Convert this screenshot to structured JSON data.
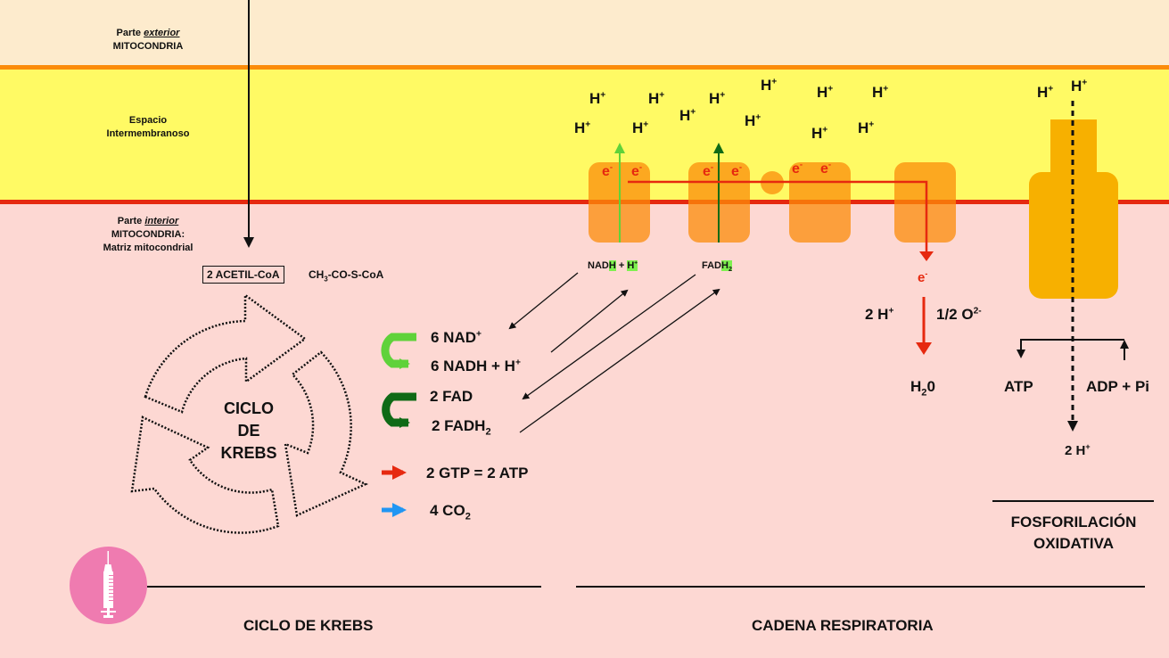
{
  "regions": {
    "outer": {
      "line1_prefix": "Parte ",
      "line1_em": "exterior",
      "line2": "MITOCONDRIA"
    },
    "intermembrane": {
      "line1": "Espacio",
      "line2": "Intermembranoso"
    },
    "inner": {
      "line1_prefix": "Parte ",
      "line1_em": "interior",
      "line2": "MITOCONDRIA:",
      "line3": "Matriz mitocondrial"
    }
  },
  "colors": {
    "outer_bg": "#fdebcd",
    "outer_membrane": "#fb8c0a",
    "intermembrane_bg": "#fffa64",
    "inner_membrane": "#e6290f",
    "matrix_bg": "#fdd8d3",
    "complex": "#fb8c0a",
    "atp_synthase": "#f7b000",
    "electron": "#e6290f",
    "nadh_arrow": "#5fd23a",
    "fadh_arrow": "#0f6a16",
    "gtp_arrow": "#e6290f",
    "co2_arrow": "#2196f3",
    "logo": "#ef7bb0"
  },
  "krebs": {
    "acetyl_box": "2 ACETIL-CoA",
    "acetyl_formula": {
      "a": "CH",
      "sub": "3",
      "b": "-CO-S-CoA"
    },
    "cycle_label": [
      "CICLO",
      "DE",
      "KREBS"
    ],
    "products": {
      "nad": {
        "text": "6 NAD",
        "sup": "+"
      },
      "nadh": {
        "text": "6 NADH + H",
        "sup": "+"
      },
      "fad": {
        "text": "2 FAD"
      },
      "fadh2": {
        "text": "2 FADH",
        "sub": "2"
      },
      "gtp": {
        "text": "2 GTP = 2 ATP"
      },
      "co2": {
        "text": "4 CO",
        "sub": "2"
      }
    }
  },
  "chain": {
    "protons_symbol": "H",
    "protons_sup": "+",
    "electron_symbol": "e",
    "electron_sup": "-",
    "nadh_label": {
      "a": "NAD",
      "hl1": "H",
      "b": " + ",
      "hl2": "H",
      "sup": "+"
    },
    "fadh_label": {
      "a": "FAD",
      "hl": "H",
      "sub": "2"
    },
    "water_side": {
      "protons": "2 H",
      "sup": "+",
      "oxygen": "1/2 O",
      "oxygen_sup": "2-",
      "water_a": "H",
      "water_sub": "2",
      "water_b": "0"
    }
  },
  "oxphos": {
    "atp": "ATP",
    "adp": "ADP + Pi",
    "protons_out": "2 H",
    "protons_sup": "+",
    "title_line1": "FOSFORILACIÓN",
    "title_line2": "OXIDATIVA"
  },
  "footer": {
    "krebs": "CICLO DE KREBS",
    "chain": "CADENA RESPIRATORIA"
  },
  "logo_icon": "syringe-icon"
}
